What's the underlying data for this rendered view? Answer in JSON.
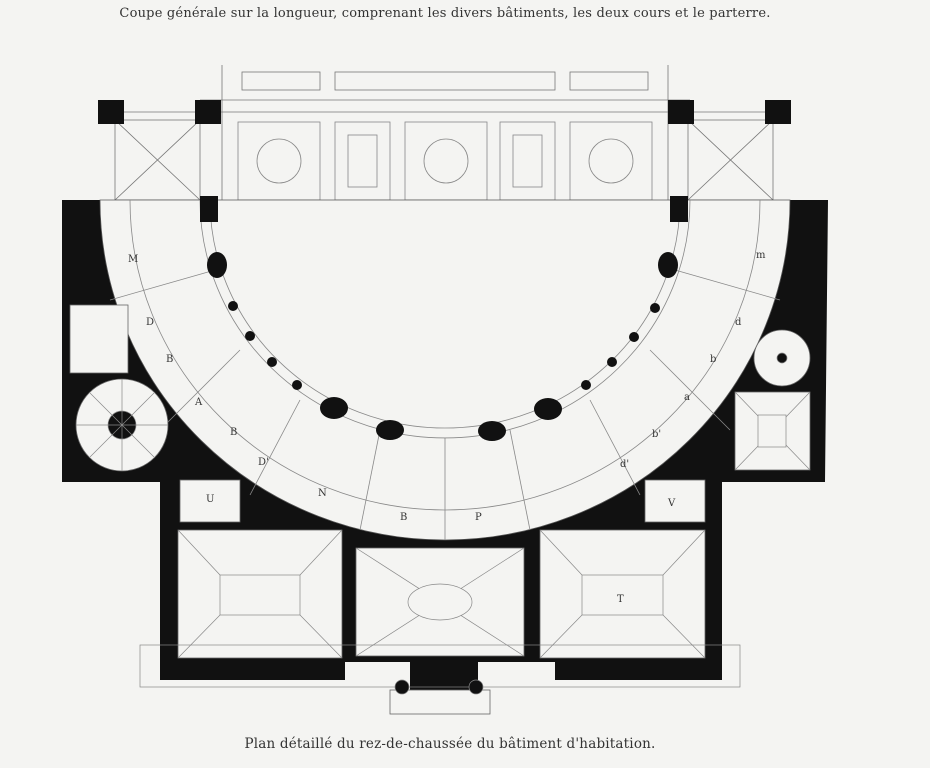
{
  "captions": {
    "top": "Coupe générale sur la longueur, comprenant les divers bâtiments, les deux cours et le parterre.",
    "bottom": "Plan détaillé du rez-de-chaussée du bâtiment d'habitation."
  },
  "room_labels": {
    "left_small_room": "U",
    "right_small_room": "V",
    "right_large_room": "T"
  },
  "arc_letters": {
    "left": [
      "M",
      "D",
      "B",
      "A",
      "B",
      "D'"
    ],
    "right": [
      "m",
      "d",
      "b",
      "a",
      "b'",
      "d'"
    ],
    "bottom": [
      "N",
      "B",
      "P"
    ]
  },
  "colors": {
    "paper": "#f4f4f2",
    "ink": "#111111",
    "line": "#777777"
  }
}
